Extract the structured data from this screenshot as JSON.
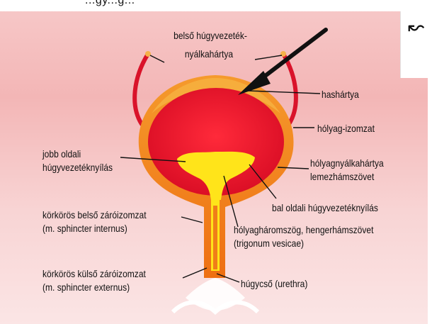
{
  "header_fragment": "...gy...g...",
  "labels": {
    "ureter_mucosa_1": "belső húgyvezeték-",
    "ureter_mucosa_2": "nyálkahártya",
    "peritoneum": "hashártya",
    "detrusor": "hólyag-izomzat",
    "bladder_mucosa_1": "hólyagnyálkahártya",
    "bladder_mucosa_2": "lemezhámszövet",
    "right_orifice_1": "jobb oldali",
    "right_orifice_2": "húgyvezetéknyílás",
    "left_orifice": "bal oldali húgyvezetéknyílás",
    "internal_sphincter_1": "körkörös belső záróizomzat",
    "internal_sphincter_2": "(m. sphincter internus)",
    "trigone_1": "hólyagháromszög, hengerhámszövet",
    "trigone_2": "(trigonum vesicae)",
    "external_sphincter_1": "körkörös külső záróizomzat",
    "external_sphincter_2": "(m. sphincter externus)",
    "urethra": "húgycső (urethra)"
  },
  "colors": {
    "muscle_orange": "#f07e18",
    "mucosa_red": "#e8132b",
    "trigone_yellow": "#ffe41a",
    "ureter_red": "#d9132a",
    "arrow": "#111111"
  },
  "icons": {
    "corner_mark": "curl-icon",
    "pointer": "arrow-icon"
  }
}
